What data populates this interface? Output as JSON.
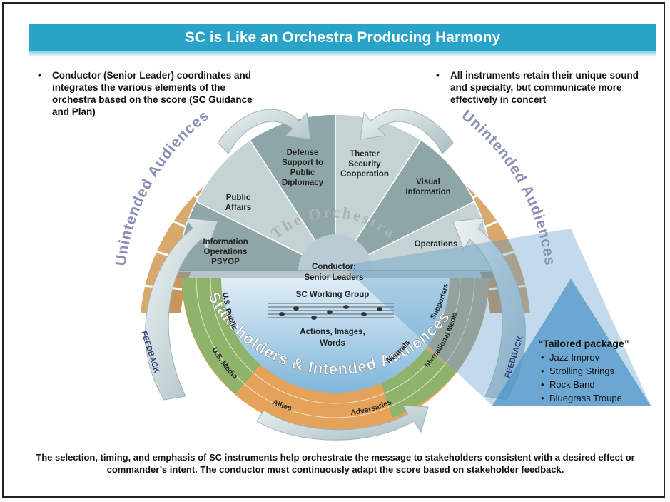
{
  "title": "SC is Like an Orchestra Producing Harmony",
  "bullets": {
    "left": "Conductor (Senior Leader) coordinates and integrates the various elements of the orchestra based on the score (SC Guidance and Plan)",
    "right": "All instruments retain their unique sound and specialty, but communicate more effectively in concert",
    "marker": "•"
  },
  "diagram": {
    "unintended_left": "Unintended Audiences",
    "unintended_right": "Unintended Audiences",
    "orchestra_label": "The Orchestra",
    "sections": {
      "defense_1": "Defense",
      "defense_2": "Support to",
      "defense_3": "Public",
      "defense_4": "Diplomacy",
      "theater_1": "Theater",
      "theater_2": "Security",
      "theater_3": "Cooperation",
      "visual_1": "Visual",
      "visual_2": "Information",
      "public_1": "Public",
      "public_2": "Affairs",
      "io_1": "Information",
      "io_2": "Operations",
      "io_3": "PSYOP",
      "operations": "Operations"
    },
    "conductor_1": "Conductor:",
    "conductor_2": "Senior Leaders",
    "working_group": "SC Working Group",
    "actions_1": "Actions, Images,",
    "actions_2": "Words",
    "stakeholders": "Stakeholders & Intended Audiences",
    "audiences": {
      "us_public": "U.S. Public",
      "us_media": "U.S. Media",
      "allies": "Allies",
      "adversaries": "Adversaries",
      "neutrals": "Neutrals",
      "international_media": "International Media",
      "supporters": "Supporters"
    },
    "feedback_left": "FEEDBACK",
    "feedback_right": "FEEDBACK",
    "tailored_title": "“Tailored package”",
    "tailored_items": [
      "Jazz Improv",
      "Strolling Strings",
      "Rock Band",
      "Bluegrass Troupe"
    ],
    "bullet_char": "•"
  },
  "caption": "The selection, timing, and emphasis of SC instruments help orchestrate the message to stakeholders consistent with a desired effect or commander’s intent.  The conductor must continuously adapt the score based on stakeholder feedback.",
  "colors": {
    "banner": "#2aa3c9",
    "brick": "#d9a86c",
    "wedge_dark": "#8fa6a8",
    "wedge_light": "#c5d3d5",
    "stakeholder_green": "#8fb36b",
    "stakeholder_orange": "#e5a25a",
    "tailored_blue": "#4f95c9"
  }
}
